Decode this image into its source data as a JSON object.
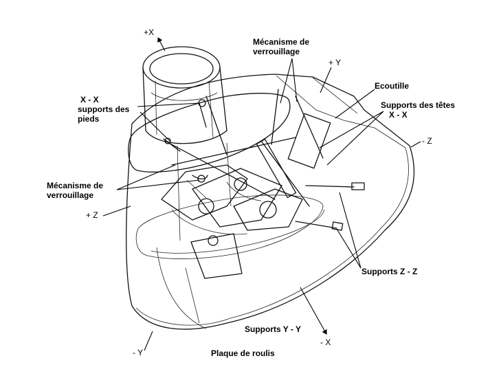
{
  "labels": {
    "axis_plus_x": "+X",
    "axis_plus_y": "+ Y",
    "axis_minus_z": "- Z",
    "axis_plus_z": "+ Z",
    "axis_minus_y": "- Y",
    "axis_minus_x": "- X",
    "verrouillage_top": [
      "Mécanisme de",
      "verrouillage"
    ],
    "verrouillage_left": [
      "Mécanisme de",
      "verrouillage"
    ],
    "xx_pieds": [
      "X - X",
      "supports des",
      "pieds"
    ],
    "ecoutille": "Ecoutille",
    "tetes": [
      "Supports des têtes",
      "X - X"
    ],
    "supports_zz": "Supports Z - Z",
    "supports_yy": "Supports Y - Y",
    "plaque": "Plaque de roulis"
  }
}
